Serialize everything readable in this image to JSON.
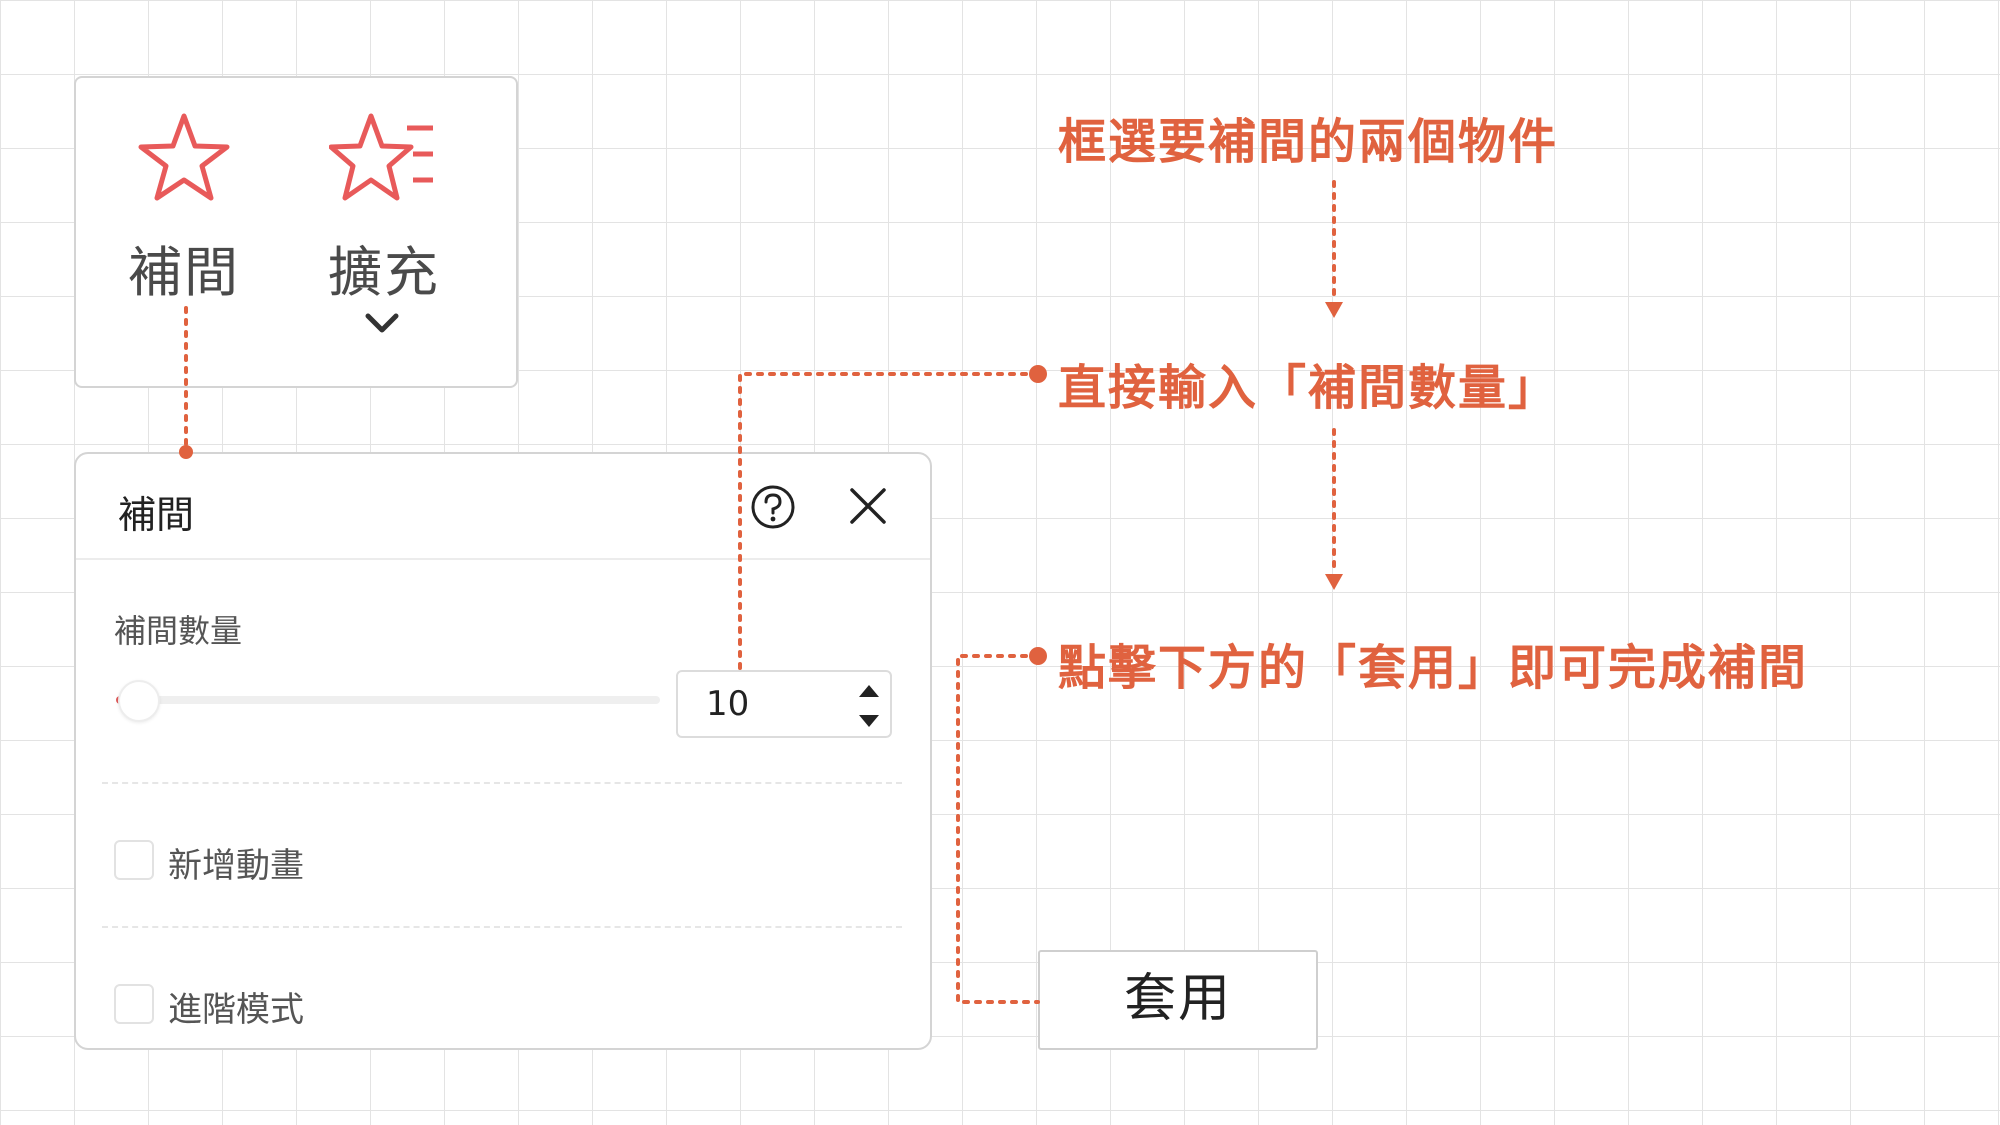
{
  "toolbar": {
    "tween_label": "補間",
    "expand_label": "擴充",
    "tween_icon": "star-outline-icon",
    "expand_icon": "star-lines-icon",
    "expand_menu_icon": "chevron-down-icon"
  },
  "dialog": {
    "title": "補間",
    "help_icon": "question-circle-icon",
    "close_icon": "close-icon",
    "count_label": "補間數量",
    "count_value": "10",
    "slider_fraction": 0.0,
    "add_animation_label": "新增動畫",
    "add_animation_checked": false,
    "advanced_mode_label": "進階模式",
    "advanced_mode_checked": false
  },
  "apply": {
    "label": "套用"
  },
  "annotations": {
    "step1": "框選要補間的兩個物件",
    "step2": "直接輸入「補間數量」",
    "step3": "點擊下方的「套用」即可完成補間"
  },
  "colors": {
    "accent": "#e0623f",
    "icon_red": "#e85a5a",
    "grid": "#e3e3e3"
  }
}
